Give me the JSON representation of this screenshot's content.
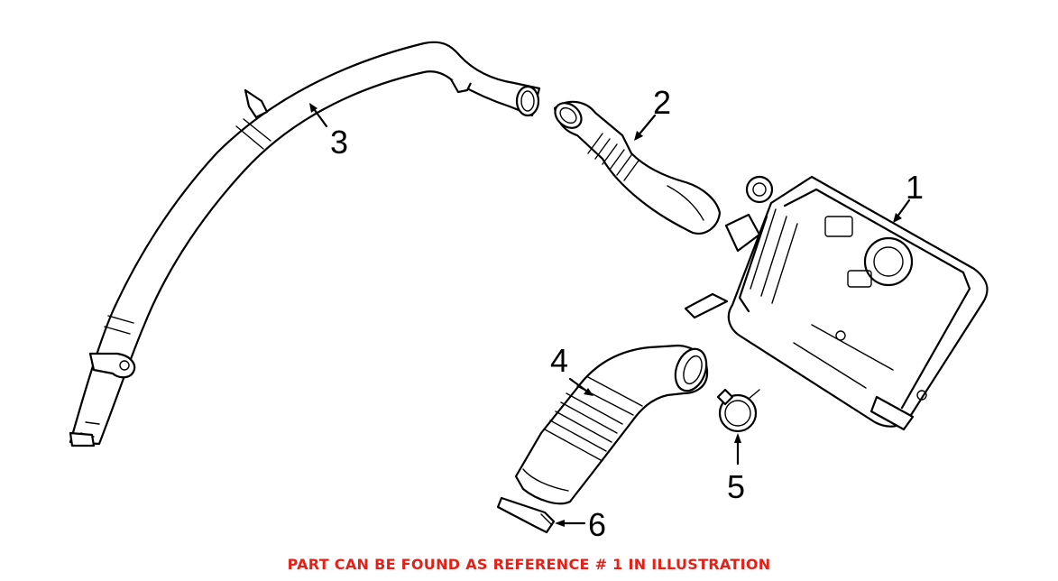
{
  "callouts": {
    "ref1": "1",
    "ref2": "2",
    "ref3": "3",
    "ref4": "4",
    "ref5": "5",
    "ref6": "6"
  },
  "footer_note": "PART CAN BE FOUND AS REFERENCE # 1 IN ILLUSTRATION",
  "colors": {
    "note": "#e32119",
    "line": "#000000",
    "background": "#ffffff"
  }
}
